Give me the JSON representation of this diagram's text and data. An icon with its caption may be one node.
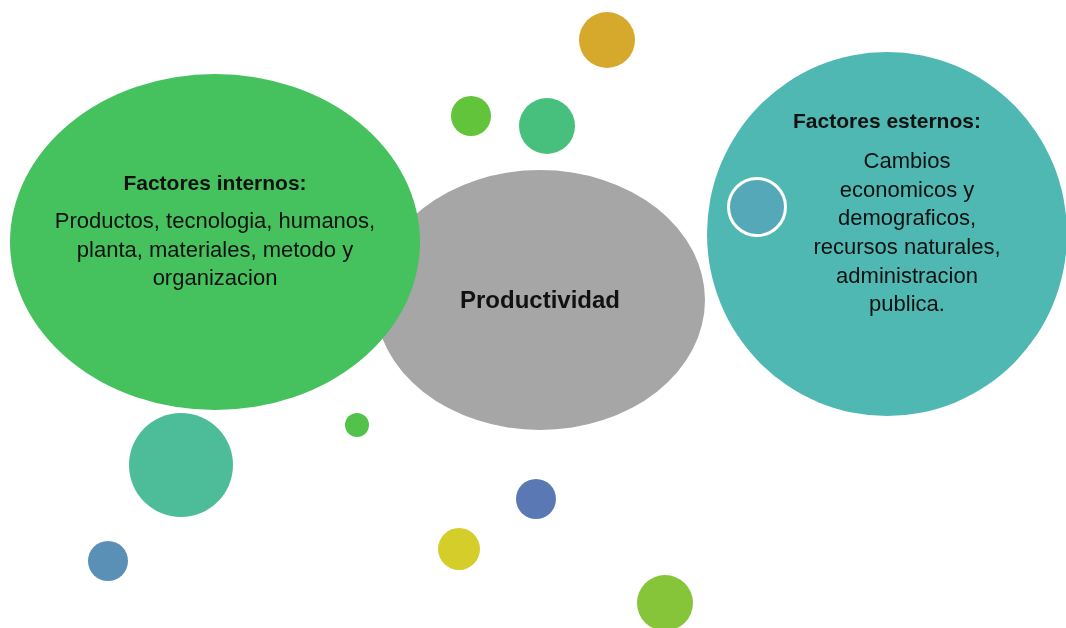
{
  "diagram": {
    "nodes": [
      {
        "text": [],
        "shape": "circle"
      },
      {
        "text": [],
        "shape": "circle"
      },
      {
        "text": [],
        "shape": "circle"
      },
      {
        "text": [
          "Factores esternos:",
          "Cambios economicos y demograficos, recursos naturales, administracion publica."
        ]
      },
      {
        "text": [],
        "shape": "circle",
        "in": 3
      },
      {
        "text": [
          "Factores internos:",
          "Productos, tecnologia, humanos, planta, materiales, metodo y organizacion"
        ]
      },
      {
        "text": [
          "Productividad"
        ]
      },
      {
        "text": [],
        "shape": "circle"
      },
      {
        "text": [],
        "shape": "circle"
      },
      {
        "text": [],
        "shape": "circle"
      },
      {
        "text": [],
        "shape": "circle"
      },
      {
        "text": [],
        "shape": "circle"
      },
      {
        "text": [],
        "shape": "circle"
      }
    ],
    "edges": []
  }
}
